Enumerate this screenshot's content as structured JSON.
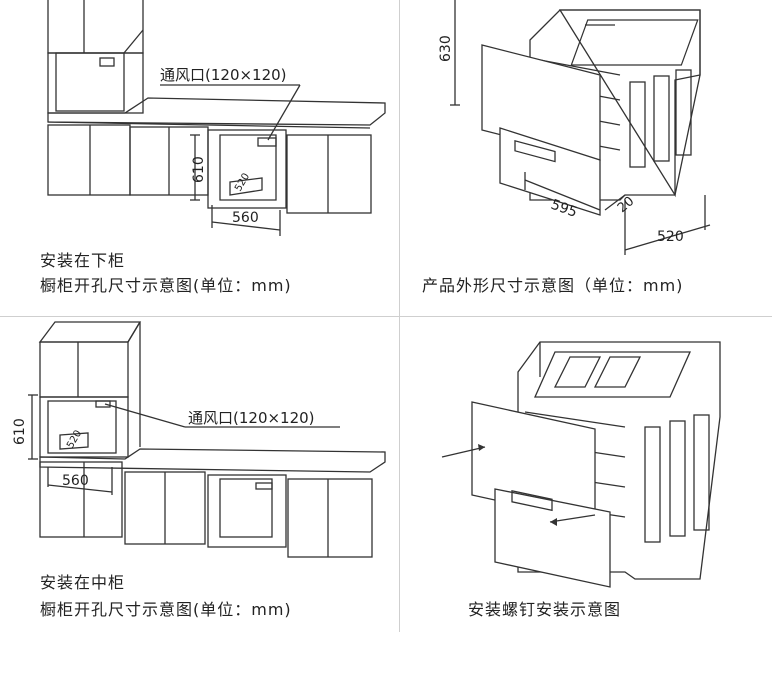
{
  "panels": {
    "bottom_cabinet": {
      "vent_label": "通风口(120×120)",
      "dim_height": "610",
      "dim_width": "560",
      "dim_depth": "520",
      "caption_line1": "安装在下柜",
      "caption_line2": "橱柜开孔尺寸示意图(单位：mm)"
    },
    "product_dimensions": {
      "dim_height": "630",
      "dim_width": "595",
      "dim_depth": "520",
      "dim_offset": "20",
      "caption": "产品外形尺寸示意图（单位：mm)"
    },
    "middle_cabinet": {
      "vent_label": "通风口(120×120)",
      "dim_height": "610",
      "dim_width": "560",
      "dim_depth": "520",
      "caption_line1": "安装在中柜",
      "caption_line2": "橱柜开孔尺寸示意图(单位：mm)"
    },
    "screw_install": {
      "caption": "安装螺钉安装示意图"
    }
  }
}
